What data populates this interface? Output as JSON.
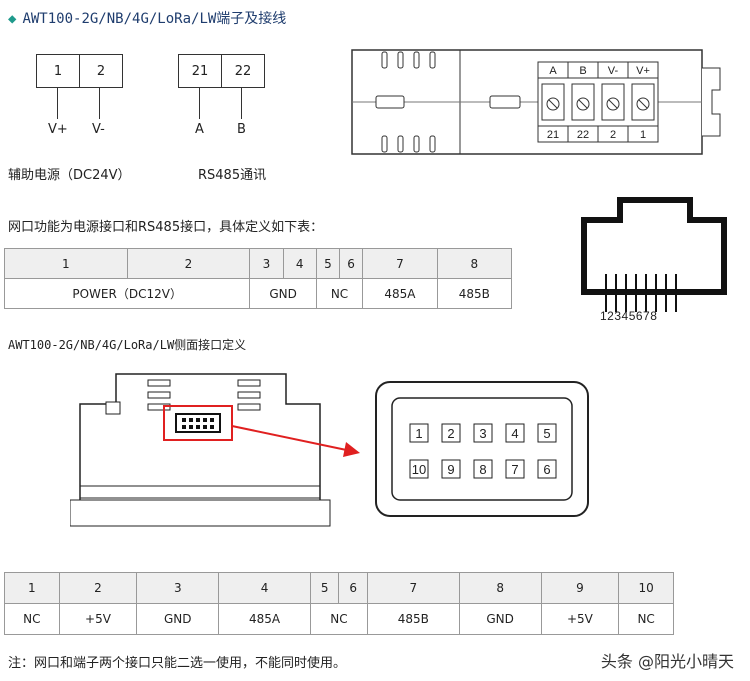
{
  "title": "AWT100-2G/NB/4G/LoRa/LW端子及接线",
  "aux_power": {
    "pins": [
      "1",
      "2"
    ],
    "leads": [
      "V+",
      "V-"
    ],
    "caption": "辅助电源（DC24V）"
  },
  "rs485": {
    "pins": [
      "21",
      "22"
    ],
    "leads": [
      "A",
      "B"
    ],
    "caption": "RS485通讯"
  },
  "terminal_block": {
    "top": [
      "A",
      "B",
      "V-",
      "V+"
    ],
    "bottom": [
      "21",
      "22",
      "2",
      "1"
    ]
  },
  "rj45_note": "网口功能为电源接口和RS485接口，具体定义如下表：",
  "rj45_table": {
    "pins": [
      "1",
      "2",
      "3",
      "4",
      "5",
      "6",
      "7",
      "8"
    ],
    "defs": [
      "POWER（DC12V）",
      "GND",
      "NC",
      "485A",
      "485B"
    ]
  },
  "rj45_pin_numbers": "12345678",
  "side_title": "AWT100-2G/NB/4G/LoRa/LW侧面接口定义",
  "connector": {
    "top": [
      "1",
      "2",
      "3",
      "4",
      "5"
    ],
    "bottom": [
      "10",
      "9",
      "8",
      "7",
      "6"
    ]
  },
  "side_table": {
    "pins": [
      "1",
      "2",
      "3",
      "4",
      "5",
      "6",
      "7",
      "8",
      "9",
      "10"
    ],
    "defs": [
      "NC",
      "+5V",
      "GND",
      "485A",
      "NC",
      "485B",
      "GND",
      "+5V",
      "NC"
    ]
  },
  "note": "注：网口和端子两个接口只能二选一使用，不能同时使用。",
  "watermark": "头条 @阳光小晴天",
  "colors": {
    "accent": "#1f9a8c",
    "highlight": "#e02020"
  }
}
